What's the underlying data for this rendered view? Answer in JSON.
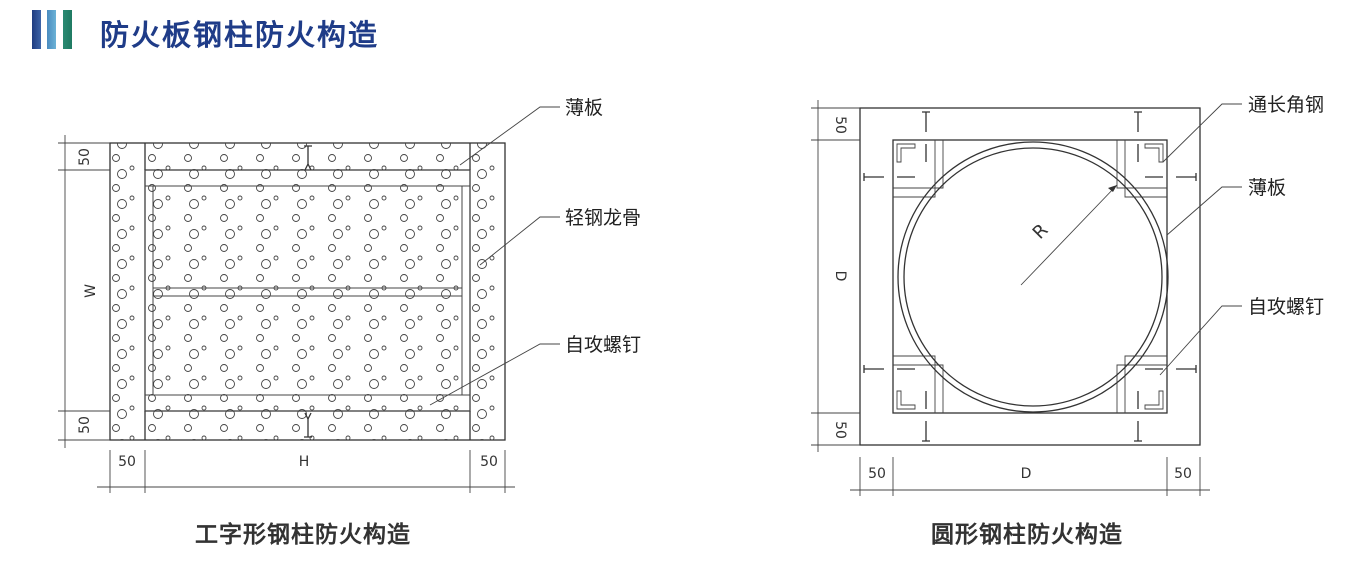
{
  "header": {
    "title": "防火板钢柱防火构造",
    "bar_colors": [
      "#2a4c8e",
      "#5aa2c9",
      "#2a8a72"
    ],
    "title_color": "#1f3c88"
  },
  "left_diagram": {
    "caption": "工字形钢柱防火构造",
    "labels": [
      "薄板",
      "轻钢龙骨",
      "自攻螺钉"
    ],
    "dims_vertical": [
      "50",
      "W",
      "50"
    ],
    "dims_horizontal": [
      "50",
      "H",
      "50"
    ]
  },
  "right_diagram": {
    "caption": "圆形钢柱防火构造",
    "labels": [
      "通长角钢",
      "薄板",
      "自攻螺钉"
    ],
    "radius_label": "R",
    "dims_vertical": [
      "50",
      "D",
      "50"
    ],
    "dims_horizontal": [
      "50",
      "D",
      "50"
    ]
  }
}
